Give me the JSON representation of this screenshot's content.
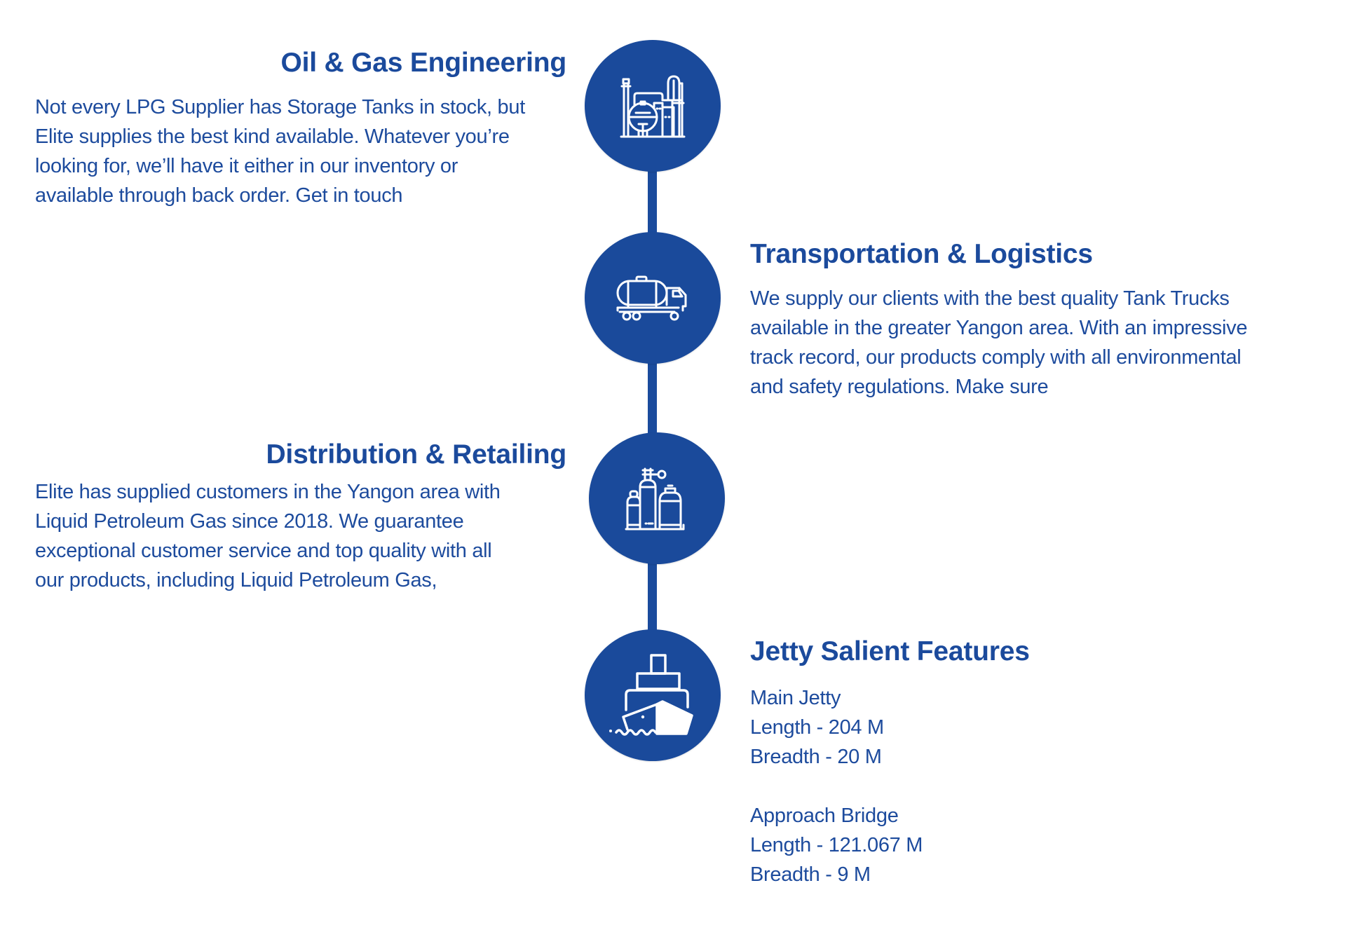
{
  "theme": {
    "accent": "#1a4a9b",
    "text": "#1d4b9d",
    "background": "#ffffff"
  },
  "timeline": {
    "items": [
      {
        "id": "oil-gas",
        "side": "left",
        "icon": "refinery-icon",
        "title": "Oil & Gas Engineering",
        "lines": [
          "Not every LPG Supplier has Storage Tanks in stock, but",
          "Elite supplies the best kind available. Whatever you’re",
          "looking for, we’ll have it either in our inventory or",
          "available through back order. Get in touch"
        ]
      },
      {
        "id": "transport",
        "side": "right",
        "icon": "tank-truck-icon",
        "title": "Transportation & Logistics",
        "lines": [
          "We supply our clients with the best quality Tank Trucks",
          "available in the greater Yangon area. With an impressive",
          "track record, our products comply with all environmental",
          "and safety regulations. Make sure"
        ]
      },
      {
        "id": "distribution",
        "side": "left",
        "icon": "gas-cylinders-icon",
        "title": "Distribution & Retailing",
        "lines": [
          "Elite has supplied customers in the Yangon area with",
          "Liquid Petroleum Gas since 2018. We guarantee",
          "exceptional customer service and top quality with all",
          "our products, including Liquid Petroleum Gas,"
        ]
      },
      {
        "id": "jetty",
        "side": "right",
        "icon": "ship-icon",
        "title": "Jetty Salient Features",
        "specs": {
          "main_jetty": {
            "label": "Main Jetty",
            "length": "Length - 204 M",
            "breadth": "Breadth - 20 M"
          },
          "approach_bridge": {
            "label": "Approach Bridge",
            "length": "Length - 121.067 M",
            "breadth": "Breadth - 9 M"
          }
        }
      }
    ]
  }
}
